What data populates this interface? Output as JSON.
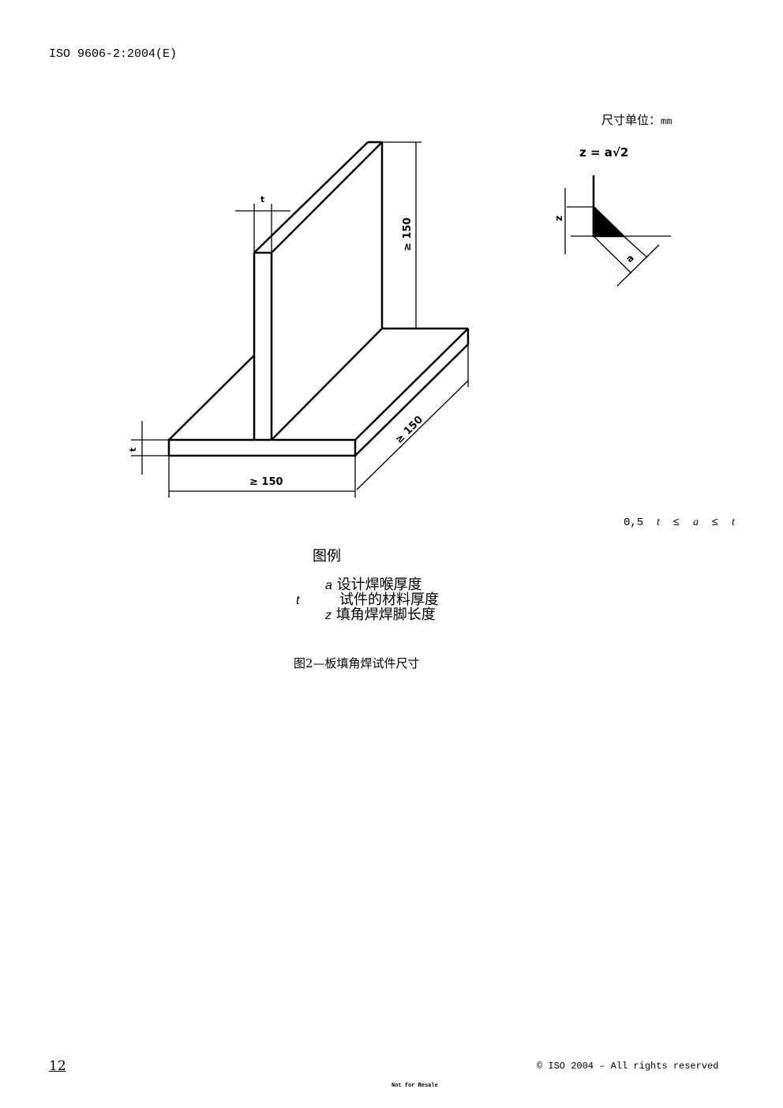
{
  "header": {
    "doc_id": "ISO 9606-2:2004(E)"
  },
  "units": {
    "label": "尺寸单位：",
    "unit": "mm"
  },
  "figure": {
    "detail_formula": "z = a√2",
    "detail_labels": {
      "z": "z",
      "a": "a"
    },
    "dimensions": {
      "height": "≥ 150",
      "width": "≥ 150",
      "depth": "≥ 150",
      "thickness_top": "t",
      "thickness_left": "t"
    },
    "condition": {
      "prefix": "0,5",
      "t1": "t",
      "le1": "≤",
      "a": "a",
      "le2": "≤",
      "t2": "t"
    }
  },
  "legend": {
    "title": "图例",
    "items": [
      {
        "symbol": "a",
        "text": "设计焊喉厚度"
      },
      {
        "symbol": "t",
        "text": "试件的材料厚度"
      },
      {
        "symbol": "z",
        "text": "填角焊焊脚长度"
      }
    ]
  },
  "caption": "图2—板填角焊试件尺寸",
  "footer": {
    "page_number": "12",
    "copyright": "© ISO 2004 – All rights reserved",
    "notice": "Not for Resale"
  }
}
